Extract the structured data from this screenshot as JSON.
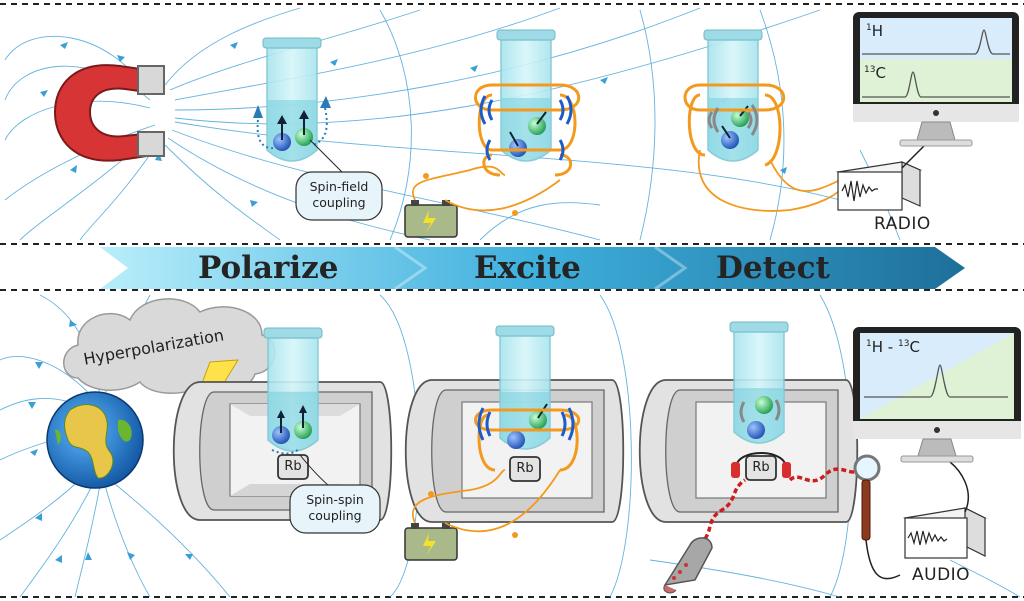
{
  "stages": [
    "Polarize",
    "Excite",
    "Detect"
  ],
  "callouts": {
    "top": "Spin-field coupling",
    "bottom": "Spin-spin coupling"
  },
  "cloud_label": "Hyperpolarization",
  "spectra": {
    "top": [
      {
        "mass": "1",
        "element": "H"
      },
      {
        "mass": "13",
        "element": "C"
      }
    ],
    "bottom": {
      "mass_a": "1",
      "element_a": "H -",
      "mass_b": "13",
      "element_b": "C"
    }
  },
  "devices": {
    "radio": "RADIO",
    "audio": "AUDIO"
  },
  "rb_label": "Rb",
  "colors": {
    "field_line": "#4aa6d8",
    "coil": "#f39a1e",
    "tube": "#bfeaf0",
    "arrow_light": "#9fe3f7",
    "arrow_dark": "#1d6f9a",
    "magnet_red": "#d73535",
    "spectrum_blue": "#d9ecfb",
    "spectrum_green": "#dff2d6"
  },
  "icons": [
    "horseshoe-magnet-icon",
    "earth-icon",
    "battery-icon",
    "radio-icon",
    "computer-monitor-icon",
    "magnifier-icon",
    "laser-gun-icon",
    "headphones-icon",
    "lightning-icon"
  ]
}
